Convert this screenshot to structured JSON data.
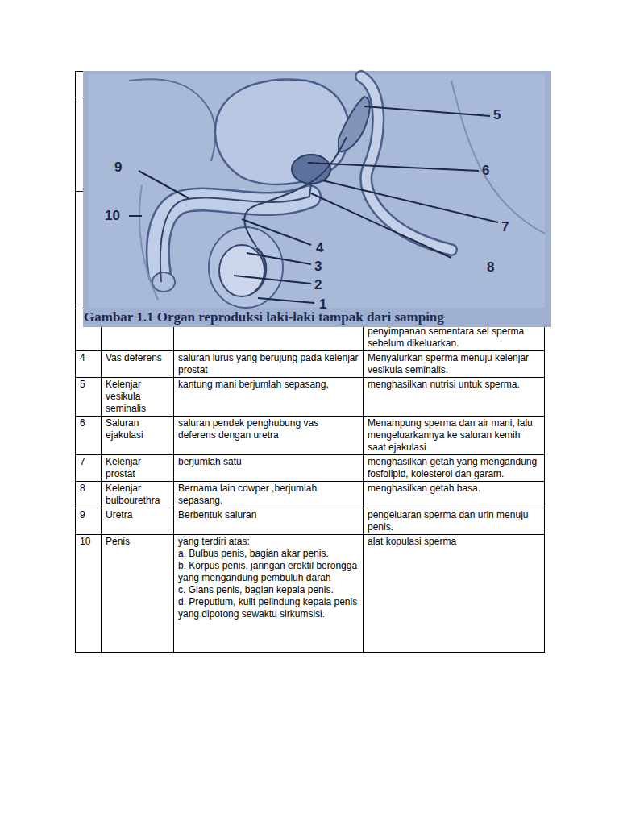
{
  "diagram": {
    "caption": "Gambar 1.1 Organ reproduksi laki-laki tampak dari samping",
    "labels": [
      "5",
      "6",
      "7",
      "8",
      "9",
      "10",
      "4",
      "3",
      "2",
      "1",
      "penyimpanan sementara sel sperma sebelum dikeluarkan.",
      "4",
      "Vas deferens",
      "saluran lurus yang berujung pada kelenjar prostat",
      "Menyalurkan sperma menuju kelenjar vesikula seminalis.",
      "5",
      "Kelenjar vesikula seminalis",
      "kantung mani berjumlah sepasang,",
      "menghasilkan nutrisi untuk sperma.",
      "6",
      "Saluran ejakulasi",
      "saluran pendek penghubung vas deferens dengan uretra",
      "Menampung sperma dan air mani, lalu mengeluarkannya ke saluran kemih saat ejakulasi",
      "7",
      "Kelenjar prostat",
      "berjumlah satu",
      "menghasilkan getah yang mengandung fosfolipid, kolesterol dan garam.",
      "8",
      "Kelenjar bulbourethra",
      "Bernama lain cowper ,berjumlah sepasang,",
      "menghasilkan getah basa.",
      "9",
      "Uretra",
      "Berbentuk saluran",
      "pengeluaran sperma dan urin menuju penis.",
      "10",
      "Penis",
      "yang terdiri atas:",
      "a. Bulbus penis, bagian akar penis.",
      "b. Korpus penis, jaringan erektil berongga yang mengandung pembuluh darah",
      "c. Glans penis, bagian kepala penis.",
      "d. Preputium, kulit pelindung kepala penis yang dipotong sewaktu sirkumsisi.",
      "alat kopulasi sperma"
    ]
  }
}
